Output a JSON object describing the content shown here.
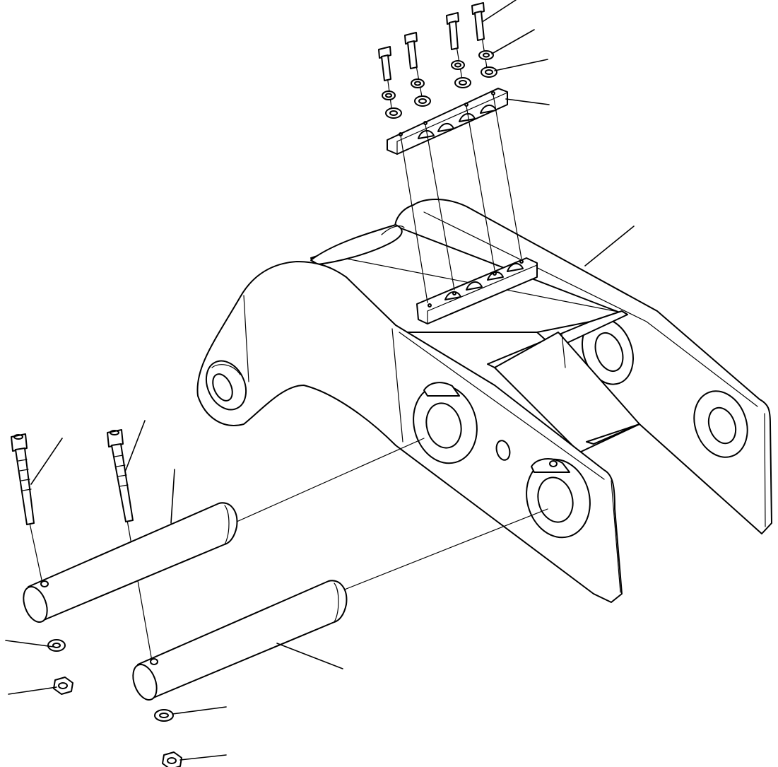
{
  "drawing": {
    "background": "#ffffff",
    "line_color": "#000000",
    "parts": [
      "frame",
      "wear-plate-upper",
      "wear-plate-lower",
      "bolt",
      "lock-washer",
      "flat-washer",
      "pin",
      "socket-head-bolt",
      "nut"
    ]
  }
}
